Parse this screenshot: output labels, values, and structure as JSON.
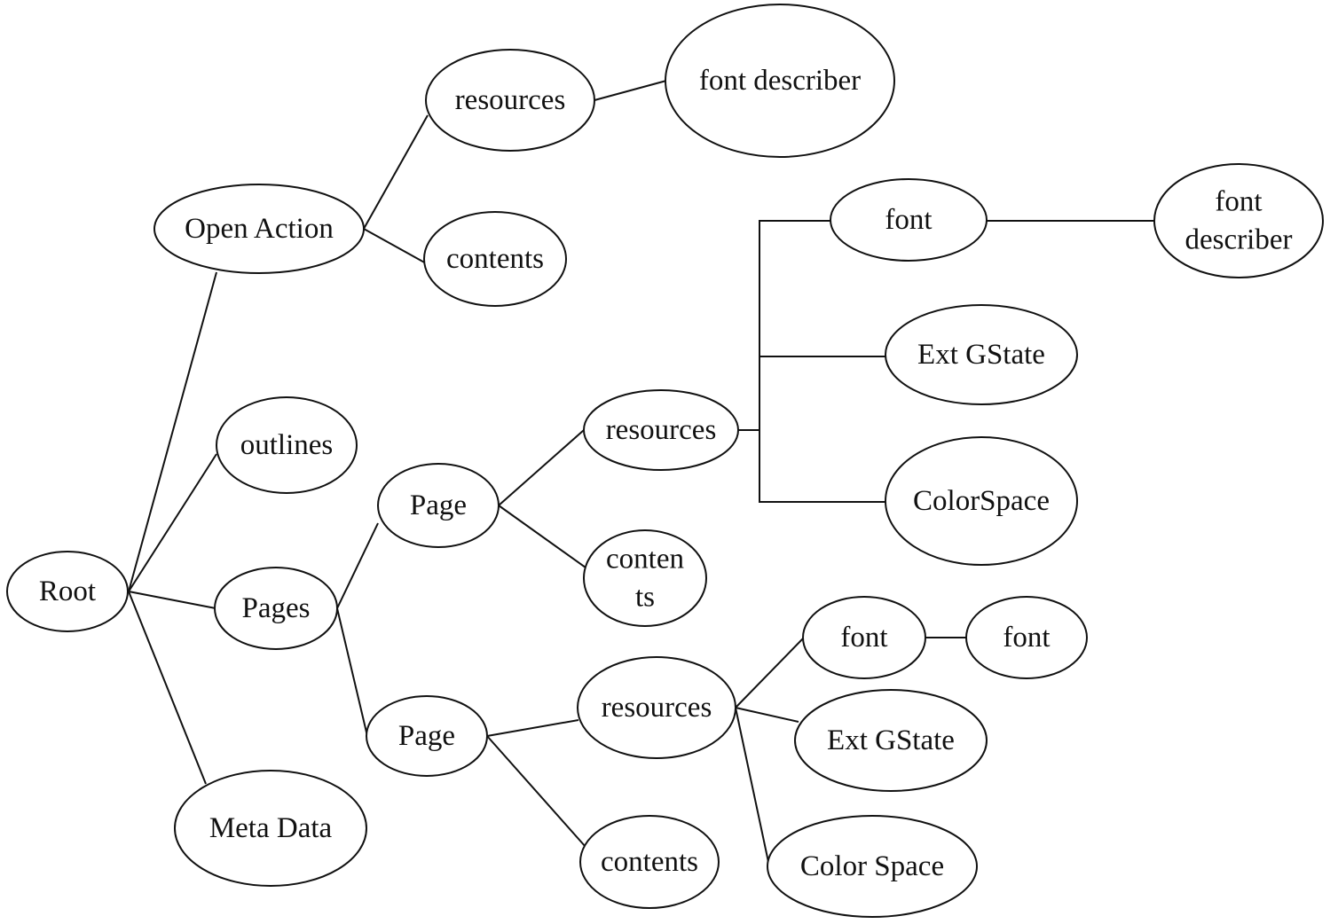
{
  "diagram": {
    "type": "tree",
    "colors": {
      "stroke": "#111111",
      "fill": "#ffffff",
      "text": "#111111"
    },
    "nodes": [
      {
        "id": "root",
        "lines": [
          "Root"
        ]
      },
      {
        "id": "open-action",
        "lines": [
          "Open Action"
        ]
      },
      {
        "id": "oa-resources",
        "lines": [
          "resources"
        ]
      },
      {
        "id": "oa-font-describer",
        "lines": [
          "font describer"
        ]
      },
      {
        "id": "oa-contents",
        "lines": [
          "contents"
        ]
      },
      {
        "id": "outlines",
        "lines": [
          "outlines"
        ]
      },
      {
        "id": "pages",
        "lines": [
          "Pages"
        ]
      },
      {
        "id": "page-1",
        "lines": [
          "Page"
        ]
      },
      {
        "id": "p1-resources",
        "lines": [
          "resources"
        ]
      },
      {
        "id": "p1-font",
        "lines": [
          "font"
        ]
      },
      {
        "id": "p1-font-describer",
        "lines": [
          "font",
          "describer"
        ]
      },
      {
        "id": "p1-extgstate",
        "lines": [
          "Ext GState"
        ]
      },
      {
        "id": "p1-colorspace",
        "lines": [
          "ColorSpace"
        ]
      },
      {
        "id": "p1-contents",
        "lines": [
          "conten",
          "ts"
        ]
      },
      {
        "id": "page-2",
        "lines": [
          "Page"
        ]
      },
      {
        "id": "p2-resources",
        "lines": [
          "resources"
        ]
      },
      {
        "id": "p2-font",
        "lines": [
          "font"
        ]
      },
      {
        "id": "p2-font-child",
        "lines": [
          "font"
        ]
      },
      {
        "id": "p2-extgstate",
        "lines": [
          "Ext GState"
        ]
      },
      {
        "id": "p2-colorspace",
        "lines": [
          "Color Space"
        ]
      },
      {
        "id": "p2-contents",
        "lines": [
          "contents"
        ]
      },
      {
        "id": "meta-data",
        "lines": [
          "Meta Data"
        ]
      }
    ],
    "edges": [
      [
        "root",
        "open-action"
      ],
      [
        "root",
        "outlines"
      ],
      [
        "root",
        "pages"
      ],
      [
        "root",
        "meta-data"
      ],
      [
        "open-action",
        "oa-resources"
      ],
      [
        "open-action",
        "oa-contents"
      ],
      [
        "oa-resources",
        "oa-font-describer"
      ],
      [
        "pages",
        "page-1"
      ],
      [
        "pages",
        "page-2"
      ],
      [
        "page-1",
        "p1-resources"
      ],
      [
        "page-1",
        "p1-contents"
      ],
      [
        "p1-resources",
        "p1-font"
      ],
      [
        "p1-resources",
        "p1-extgstate"
      ],
      [
        "p1-resources",
        "p1-colorspace"
      ],
      [
        "p1-font",
        "p1-font-describer"
      ],
      [
        "page-2",
        "p2-resources"
      ],
      [
        "page-2",
        "p2-contents"
      ],
      [
        "p2-resources",
        "p2-font"
      ],
      [
        "p2-resources",
        "p2-extgstate"
      ],
      [
        "p2-resources",
        "p2-colorspace"
      ],
      [
        "p2-font",
        "p2-font-child"
      ]
    ]
  }
}
